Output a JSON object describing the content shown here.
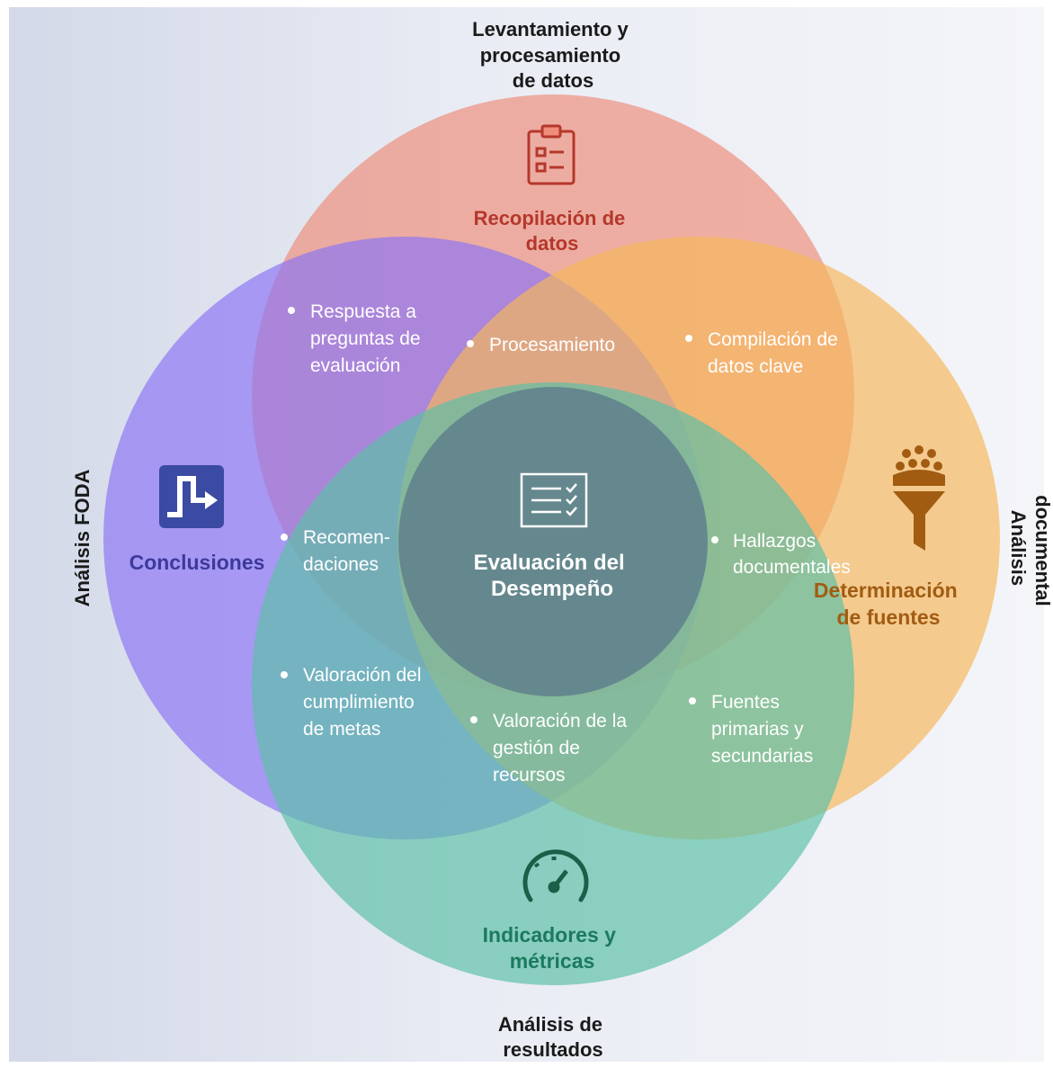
{
  "colors": {
    "top": "#ee8e7a",
    "left": "#8c74f4",
    "right": "#f6b75c",
    "bottom": "#5cc0a6",
    "center": "#5f7f8c",
    "top_title": "#b5372b",
    "left_title": "#3d3a9c",
    "right_title": "#a15c12",
    "bottom_title": "#1c7a5f",
    "outer_text": "#1a1a1a",
    "inner_text": "#ffffff"
  },
  "outer_labels": {
    "top": [
      "Levantamiento y",
      "procesamiento",
      "de datos"
    ],
    "bottom": [
      "Análisis de",
      "resultados"
    ],
    "left": "Análisis FODA",
    "right": [
      "Análisis",
      "documental"
    ]
  },
  "circles": {
    "top": {
      "title": [
        "Recopilación de",
        "datos"
      ],
      "icon": "clipboard-icon"
    },
    "left": {
      "title": [
        "Conclusiones"
      ],
      "icon": "flow-arrow-icon"
    },
    "right": {
      "title": [
        "Determinación",
        "de fuentes"
      ],
      "icon": "people-funnel-icon"
    },
    "bottom": {
      "title": [
        "Indicadores y",
        "métricas"
      ],
      "icon": "speedometer-icon"
    }
  },
  "center": {
    "title": [
      "Evaluación del",
      "Desempeño"
    ],
    "icon": "checklist-icon"
  },
  "bullets": {
    "respuesta": [
      "Respuesta a",
      "preguntas de",
      "evaluación"
    ],
    "procesamiento": [
      "Procesamiento"
    ],
    "compilacion": [
      "Compilación de",
      "datos clave"
    ],
    "recomendaciones": [
      "Recomen-",
      "daciones"
    ],
    "hallazgos": [
      "Hallazgos",
      "documentales"
    ],
    "valoracion_metas": [
      "Valoración del",
      "cumplimiento",
      "de metas"
    ],
    "valoracion_recursos": [
      "Valoración de la",
      "gestión de",
      "recursos"
    ],
    "fuentes": [
      "Fuentes",
      "primarias y",
      "secundarias"
    ]
  }
}
